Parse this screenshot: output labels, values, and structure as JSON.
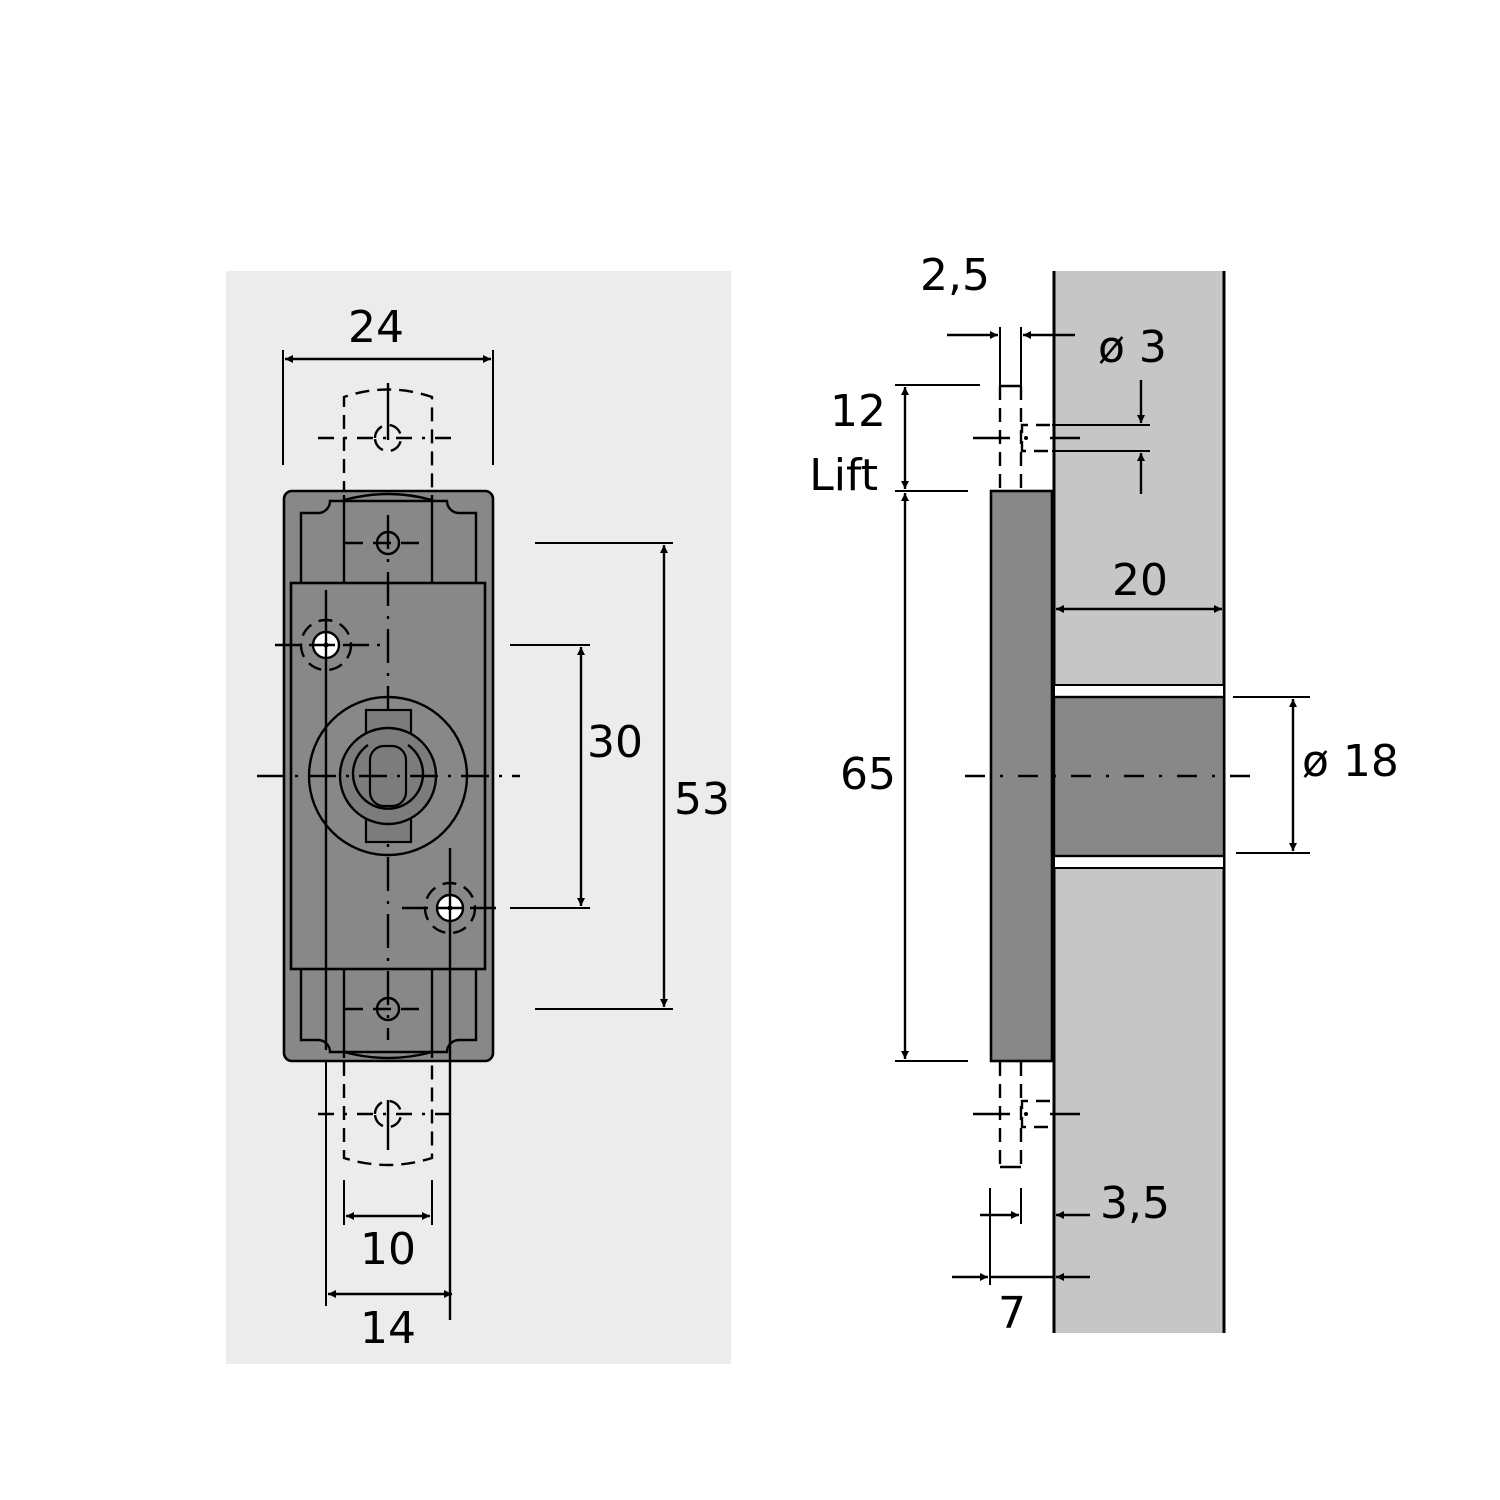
{
  "colors": {
    "background": "#ffffff",
    "front_panel_bg": "#ececec",
    "part_fill": "#888888",
    "cabinet_fill": "#c6c6c6",
    "hole_fill": "#ffffff",
    "line": "#000000"
  },
  "front_view": {
    "dimensions": {
      "width_total": "24",
      "hole_spacing": "30",
      "overall_height": "53",
      "bolt_width_inner": "10",
      "bolt_width_outer": "14"
    }
  },
  "side_view": {
    "dimensions": {
      "bolt_thickness": "2,5",
      "pin_diameter": "ø 3",
      "lift_value": "12",
      "lift_label": "Lift",
      "body_height": "65",
      "cylinder_depth": "20",
      "cylinder_diameter": "ø 18",
      "bolt_offset": "3,5",
      "body_depth": "7"
    }
  }
}
